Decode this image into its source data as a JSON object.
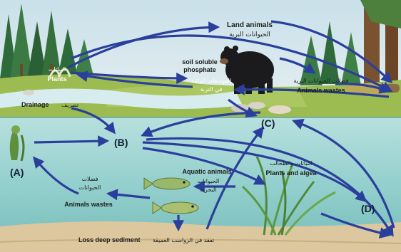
{
  "labels": {
    "land_animals_en": "Land animals",
    "land_animals_ar": "الحيوانات البرية",
    "plants": "Plants",
    "plants_ar": "النباتات",
    "soil_phosphate_line1": "soil soluble",
    "soil_phosphate_line2": "phosphate",
    "soil_phosphate_ar_line1": "الفوسفات الذائبة",
    "soil_phosphate_ar_line2": "في التربة",
    "land_wastes_ar": "فضلات الحيوانات البرية",
    "land_wastes_en": "Animals wastes",
    "drainage_en": "Drainage",
    "drainage_ar": "تصريف",
    "node_a": "(A)",
    "node_b": "(B)",
    "node_c": "(C)",
    "node_d": "(D)",
    "aquatic_animals_en": "Aquatic animals",
    "aquatic_animals_ar_line1": "الحيوانات",
    "aquatic_animals_ar_line2": "البحرية",
    "plants_algea_ar": "النباتات والطحالب",
    "plants_algea_en": "Plants and algea",
    "aquatic_wastes_ar_line1": "فضلات",
    "aquatic_wastes_ar_line2": "الحيوانات",
    "aquatic_wastes_en": "Animals wastes",
    "loss_sediment_en": "Loss deep sediment",
    "loss_sediment_ar": "تفقد في الرواسب العميقة"
  },
  "colors": {
    "arrow": "#2a3f9c",
    "sky": "#cfe3ec",
    "water": "#9ed3d4",
    "sediment": "#d9c49b",
    "grass": "#8fb04a",
    "forest": "#2f6b3a"
  }
}
